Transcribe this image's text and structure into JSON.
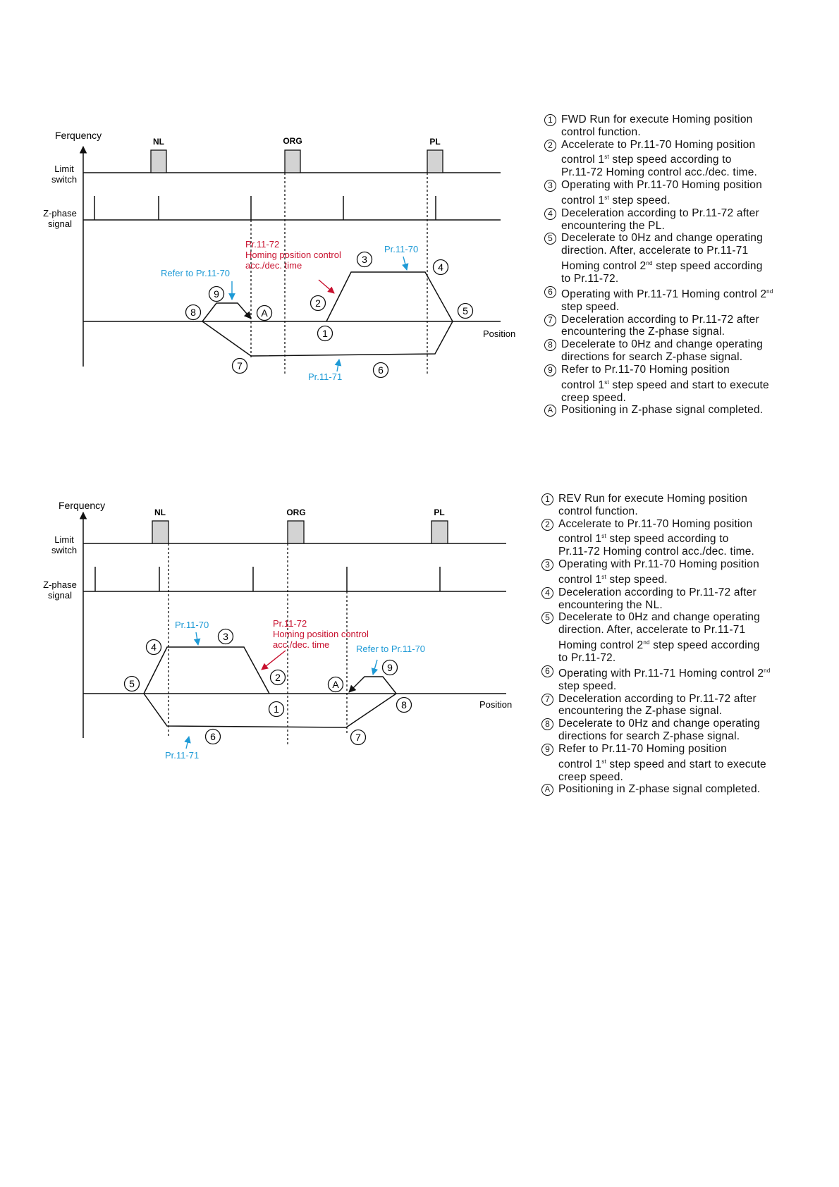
{
  "colors": {
    "blue": "#1e9ad6",
    "red": "#c8102e",
    "line": "#111111",
    "box_fill": "#d3d3d3"
  },
  "diagram_fwd": {
    "axis_title": "Ferquency",
    "nl": "NL",
    "org": "ORG",
    "pl": "PL",
    "limit_l1": "Limit",
    "limit_l2": "switch",
    "z_l1": "Z-phase",
    "z_l2": "signal",
    "position": "Position",
    "red_l1": "Pr.11-72",
    "red_l2": "Homing position control",
    "red_l3": "acc./dec. time",
    "blue_refer": "Refer to Pr.11-70",
    "blue_pr70": "Pr.11-70",
    "blue_pr71": "Pr.11-71",
    "markers": [
      "1",
      "2",
      "3",
      "4",
      "5",
      "6",
      "7",
      "8",
      "9",
      "A"
    ]
  },
  "diagram_rev": {
    "axis_title": "Ferquency",
    "nl": "NL",
    "org": "ORG",
    "pl": "PL",
    "limit_l1": "Limit",
    "limit_l2": "switch",
    "z_l1": "Z-phase",
    "z_l2": "signal",
    "position": "Position",
    "red_l1": "Pr.11-72",
    "red_l2": "Homing position control",
    "red_l3": "acc./dec. time",
    "blue_refer": "Refer to Pr.11-70",
    "blue_pr70": "Pr.11-70",
    "blue_pr71": "Pr.11-71",
    "markers": [
      "1",
      "2",
      "3",
      "4",
      "5",
      "6",
      "7",
      "8",
      "9",
      "A"
    ]
  },
  "legend_fwd": [
    {
      "m": "1",
      "l1": "FWD Run for execute Homing position",
      "l2": "control function."
    },
    {
      "m": "2",
      "l1": "Accelerate to Pr.11-70 Homing position",
      "l2a": "control 1",
      "l2s": "st",
      "l2b": " step speed according to",
      "l3": "Pr.11-72 Homing control acc./dec. time."
    },
    {
      "m": "3",
      "l1": "Operating with Pr.11-70 Homing position",
      "l2a": "control 1",
      "l2s": "st",
      "l2b": " step speed."
    },
    {
      "m": "4",
      "l1": "Deceleration according to Pr.11-72 after",
      "l2": "encountering the PL."
    },
    {
      "m": "5",
      "l1": "Decelerate to 0Hz and change operating",
      "l2": "direction. After, accelerate to Pr.11-71",
      "l3a": "Homing control 2",
      "l3s": "nd",
      "l3b": " step speed according",
      "l4": "to Pr.11-72."
    },
    {
      "m": "6",
      "l1a": "Operating with Pr.11-71 Homing control 2",
      "l1s": "nd",
      "l2": "step speed."
    },
    {
      "m": "7",
      "l1": "Deceleration according to Pr.11-72 after",
      "l2": "encountering the Z-phase signal."
    },
    {
      "m": "8",
      "l1": "Decelerate to 0Hz and change operating",
      "l2": "directions for search Z-phase signal."
    },
    {
      "m": "9",
      "l1": "Refer to Pr.11-70 Homing position",
      "l2a": "control 1",
      "l2s": "st",
      "l2b": " step speed and start to execute",
      "l3": "creep speed."
    },
    {
      "m": "A",
      "l1": "Positioning in Z-phase signal completed."
    }
  ],
  "legend_rev": [
    {
      "m": "1",
      "l1": "REV Run for execute Homing position",
      "l2": "control function."
    },
    {
      "m": "2",
      "l1": "Accelerate to Pr.11-70 Homing position",
      "l2a": "control 1",
      "l2s": "st",
      "l2b": " step speed according to",
      "l3": "Pr.11-72 Homing control acc./dec. time."
    },
    {
      "m": "3",
      "l1": "Operating with Pr.11-70 Homing position",
      "l2a": "control 1",
      "l2s": "st",
      "l2b": " step speed."
    },
    {
      "m": "4",
      "l1": "Deceleration according to Pr.11-72 after",
      "l2": "encountering the NL."
    },
    {
      "m": "5",
      "l1": "Decelerate to 0Hz and change operating",
      "l2": "direction. After, accelerate to Pr.11-71",
      "l3a": "Homing control 2",
      "l3s": "nd",
      "l3b": " step speed according",
      "l4": "to Pr.11-72."
    },
    {
      "m": "6",
      "l1a": "Operating with Pr.11-71 Homing control 2",
      "l1s": "nd",
      "l2": "step speed."
    },
    {
      "m": "7",
      "l1": "Deceleration according to Pr.11-72 after",
      "l2": "encountering the Z-phase signal."
    },
    {
      "m": "8",
      "l1": "Decelerate to 0Hz and change operating",
      "l2": "directions for search Z-phase signal."
    },
    {
      "m": "9",
      "l1": "Refer to Pr.11-70 Homing position",
      "l2a": "control 1",
      "l2s": "st",
      "l2b": " step speed and start to execute",
      "l3": "creep speed."
    },
    {
      "m": "A",
      "l1": "Positioning in Z-phase signal completed."
    }
  ]
}
